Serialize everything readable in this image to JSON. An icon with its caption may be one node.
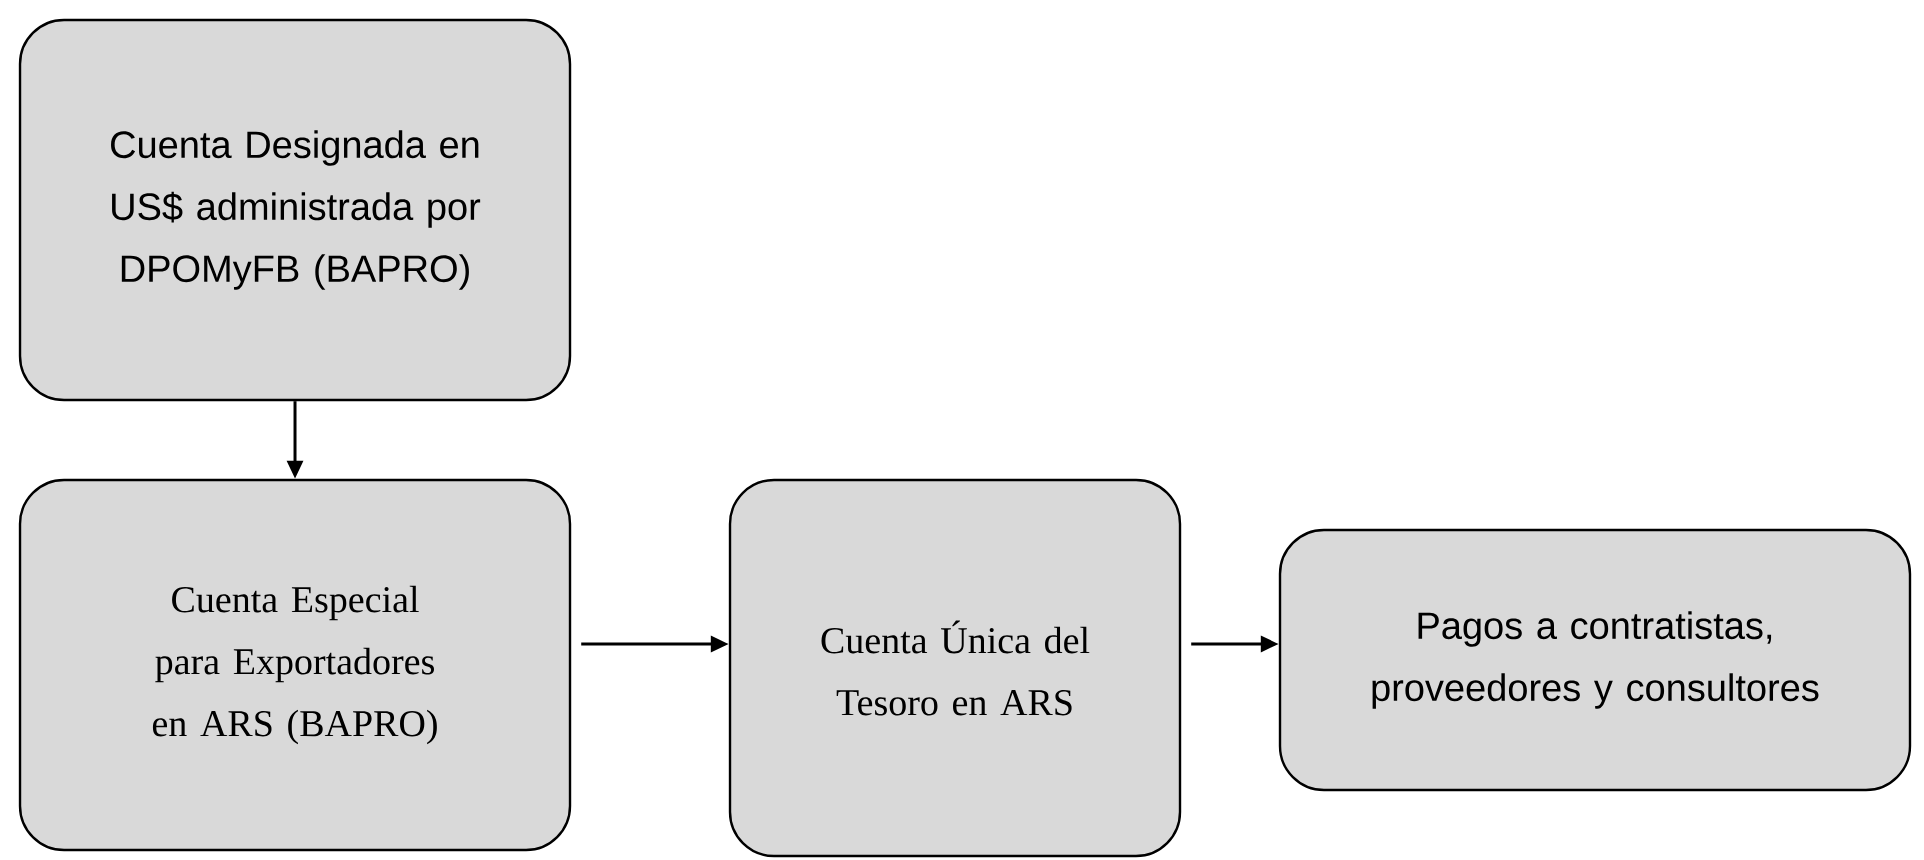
{
  "diagram": {
    "nodes": [
      {
        "text": [
          "Cuenta Designada en US$ administrada por DPOMyFB (BAPRO)"
        ]
      },
      {
        "text": [
          "Cuenta Especial para Exportadores en ARS (BAPRO)"
        ]
      },
      {
        "text": [
          "Cuenta Única del Tesoro en ARS"
        ]
      },
      {
        "text": [
          "Pagos a contratistas, proveedores y consultores"
        ]
      }
    ],
    "edges": [
      {
        "from": 0,
        "to": 1,
        "arrow": "to"
      },
      {
        "from": 1,
        "to": 2,
        "arrow": "to"
      },
      {
        "from": 2,
        "to": 3,
        "arrow": "to"
      }
    ]
  }
}
